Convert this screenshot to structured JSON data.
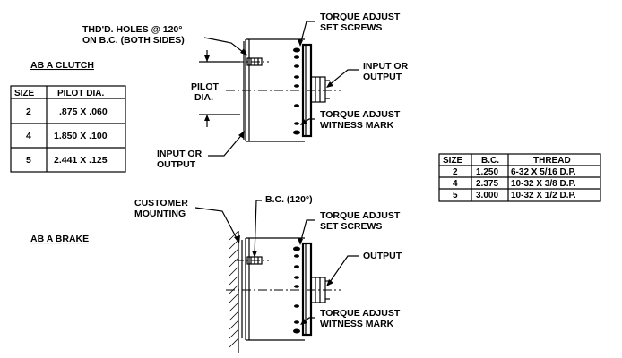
{
  "clutch": {
    "title": "AB A CLUTCH",
    "table": {
      "headers": [
        "SIZE",
        "PILOT DIA."
      ],
      "rows": [
        [
          "2",
          ".875 X .060"
        ],
        [
          "4",
          "1.850 X .100"
        ],
        [
          "5",
          "2.441 X .125"
        ]
      ]
    },
    "labels": {
      "holes_1": "THD'D. HOLES @ 120°",
      "holes_2": "ON B.C. (BOTH SIDES)",
      "torque_set_1": "TORQUE ADJUST",
      "torque_set_2": "SET SCREWS",
      "input_right_1": "INPUT OR",
      "input_right_2": "OUTPUT",
      "pilot_1": "PILOT",
      "pilot_2": "DIA.",
      "witness_1": "TORQUE ADJUST",
      "witness_2": "WITNESS MARK",
      "input_left_1": "INPUT OR",
      "input_left_2": "OUTPUT"
    }
  },
  "thread_table": {
    "headers": [
      "SIZE",
      "B.C.",
      "THREAD"
    ],
    "rows": [
      [
        "2",
        "1.250",
        "6-32 X 5/16 D.P."
      ],
      [
        "4",
        "2.375",
        "10-32 X 3/8 D.P."
      ],
      [
        "5",
        "3.000",
        "10-32 X 1/2 D.P."
      ]
    ]
  },
  "brake": {
    "title": "AB A BRAKE",
    "labels": {
      "customer_1": "CUSTOMER",
      "customer_2": "MOUNTING",
      "bc": "B.C. (120°)",
      "torque_set_1": "TORQUE ADJUST",
      "torque_set_2": "SET SCREWS",
      "output": "OUTPUT",
      "witness_1": "TORQUE ADJUST",
      "witness_2": "WITNESS MARK"
    }
  }
}
